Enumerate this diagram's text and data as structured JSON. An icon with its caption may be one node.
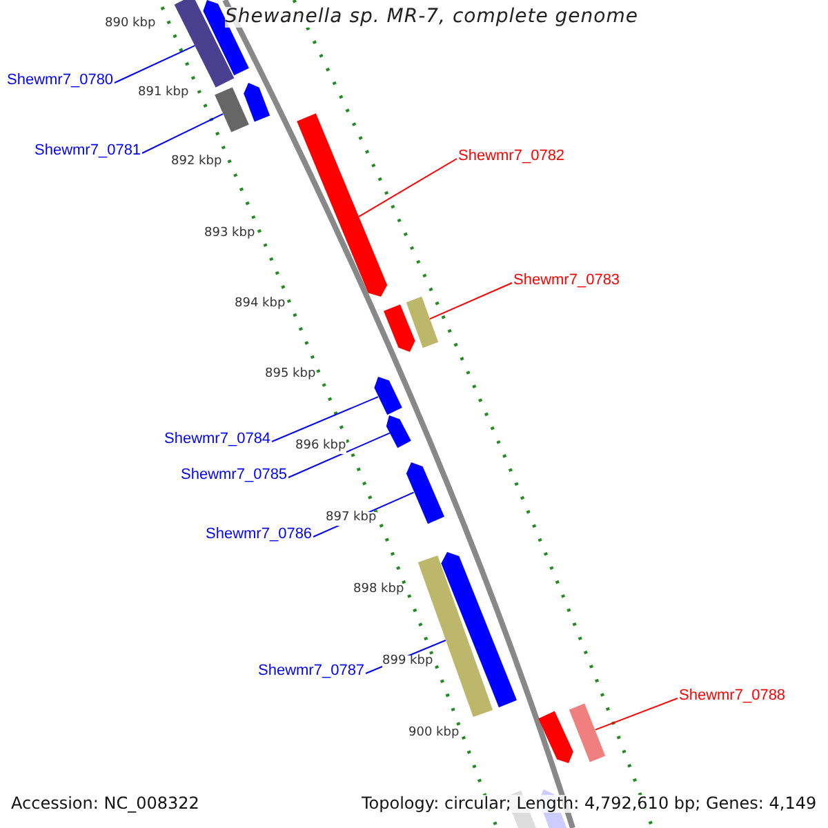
{
  "diagram": {
    "title": "Shewanella sp. MR-7, complete genome",
    "nodes": [
      {
        "text": [
          "Shewmr7_0780"
        ]
      },
      {
        "text": [
          "Shewmr7_0781"
        ]
      },
      {
        "text": [
          "Shewmr7_0782"
        ]
      },
      {
        "text": [
          "Shewmr7_0783"
        ]
      },
      {
        "text": [
          "Shewmr7_0784"
        ]
      },
      {
        "text": [
          "Shewmr7_0785"
        ]
      },
      {
        "text": [
          "Shewmr7_0786"
        ]
      },
      {
        "text": [
          "Shewmr7_0787"
        ]
      },
      {
        "text": [
          "Shewmr7_0788"
        ]
      },
      {
        "text": [],
        "shape": "bar"
      },
      {
        "text": [],
        "shape": "bar"
      },
      {
        "text": [],
        "shape": "bar"
      },
      {
        "text": [],
        "shape": "bar"
      },
      {
        "text": [],
        "shape": "bar"
      },
      {
        "text": [],
        "shape": "bar"
      },
      {
        "text": [],
        "shape": "bar"
      },
      {
        "text": [],
        "shape": "bar"
      },
      {
        "text": [],
        "shape": "bar"
      },
      {
        "text": [],
        "shape": "bar"
      },
      {
        "text": [],
        "shape": "bar"
      },
      {
        "text": [],
        "shape": "bar"
      },
      {
        "text": [],
        "shape": "bar"
      },
      {
        "text": [],
        "shape": "bar"
      },
      {
        "text": [],
        "shape": "bar"
      },
      {
        "text": [],
        "shape": "bar"
      }
    ],
    "edges": [
      {
        "from": 0,
        "to": 9,
        "arrow": "none"
      },
      {
        "from": 1,
        "to": 11,
        "arrow": "none"
      },
      {
        "from": 2,
        "to": 13,
        "arrow": "none",
        "color": "#ff0000"
      },
      {
        "from": 3,
        "to": 15,
        "arrow": "none",
        "color": "#ff0000"
      },
      {
        "from": 4,
        "to": 16,
        "arrow": "none"
      },
      {
        "from": 5,
        "to": 17,
        "arrow": "none"
      },
      {
        "from": 6,
        "to": 18,
        "arrow": "none"
      },
      {
        "from": 7,
        "to": 19,
        "arrow": "none"
      },
      {
        "from": 8,
        "to": 22,
        "arrow": "none",
        "color": "#ff0000"
      }
    ],
    "labels": [
      "890 kbp",
      "891 kbp",
      "892 kbp",
      "893 kbp",
      "894 kbp",
      "895 kbp",
      "896 kbp",
      "897 kbp",
      "898 kbp",
      "899 kbp",
      "900 kbp",
      "Accession: NC_008322",
      "Topology: circular; Length: 4,792,610 bp; Genes: 4,149"
    ]
  }
}
